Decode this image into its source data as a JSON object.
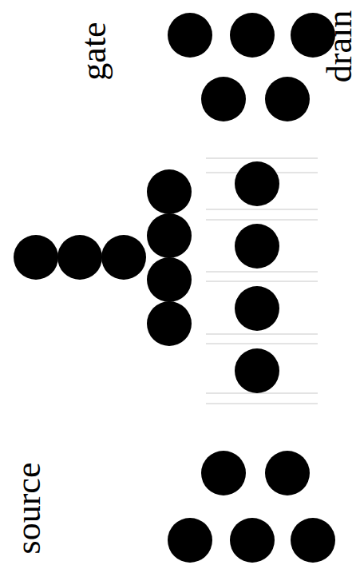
{
  "diagram": {
    "labels": [
      "source",
      "gate",
      "drain"
    ]
  }
}
